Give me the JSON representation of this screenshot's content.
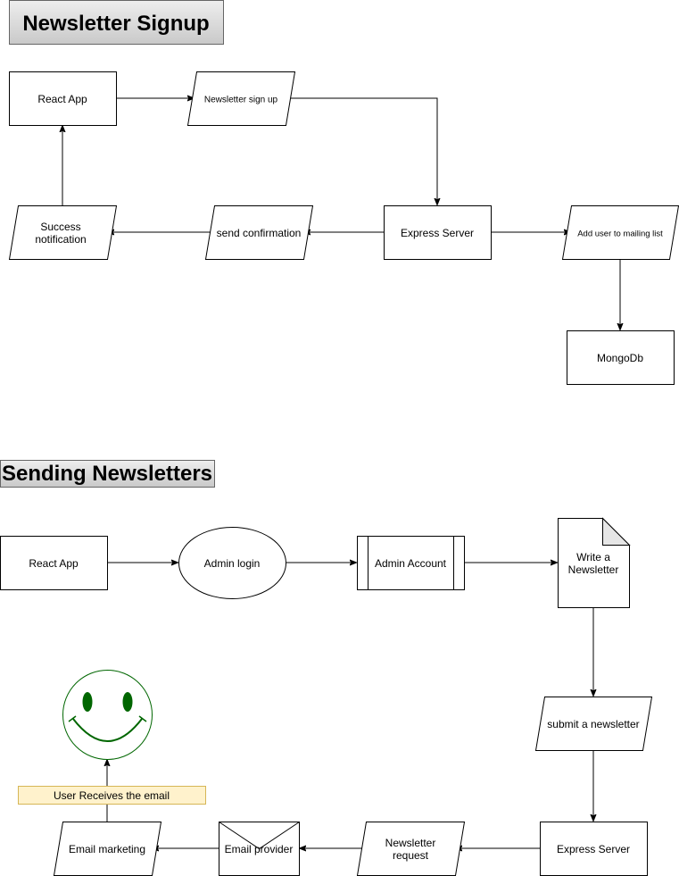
{
  "sections": {
    "signup": {
      "title": "Newsletter Signup",
      "nodes": {
        "react_app": "React App",
        "signup": "Newsletter sign up",
        "express": "Express Server",
        "add_user": "Add user to mailing list",
        "mongodb": "MongoDb",
        "send_confirmation": "send confirmation",
        "success_line1": "Success",
        "success_line2": "notification"
      }
    },
    "sending": {
      "title": "Sending Newsletters",
      "nodes": {
        "react_app": "React App",
        "admin_login": "Admin login",
        "admin_account": "Admin Account",
        "write_line1": "Write a",
        "write_line2": "Newsletter",
        "submit": "submit a newsletter",
        "express": "Express Server",
        "request_line1": "Newsletter",
        "request_line2": "request",
        "email_provider": "Email provider",
        "email_marketing": "Email marketing",
        "user_receives": "User Receives the email"
      }
    }
  },
  "colors": {
    "title_fill_top": "#eeeeee",
    "title_fill_bottom": "#c9c9c9",
    "smiley_stroke": "#006600",
    "smiley_fill": "#ffffff",
    "note_fill": "#fff2cc",
    "note_stroke": "#d6b656",
    "folded_corner": "#e6e6e6"
  }
}
